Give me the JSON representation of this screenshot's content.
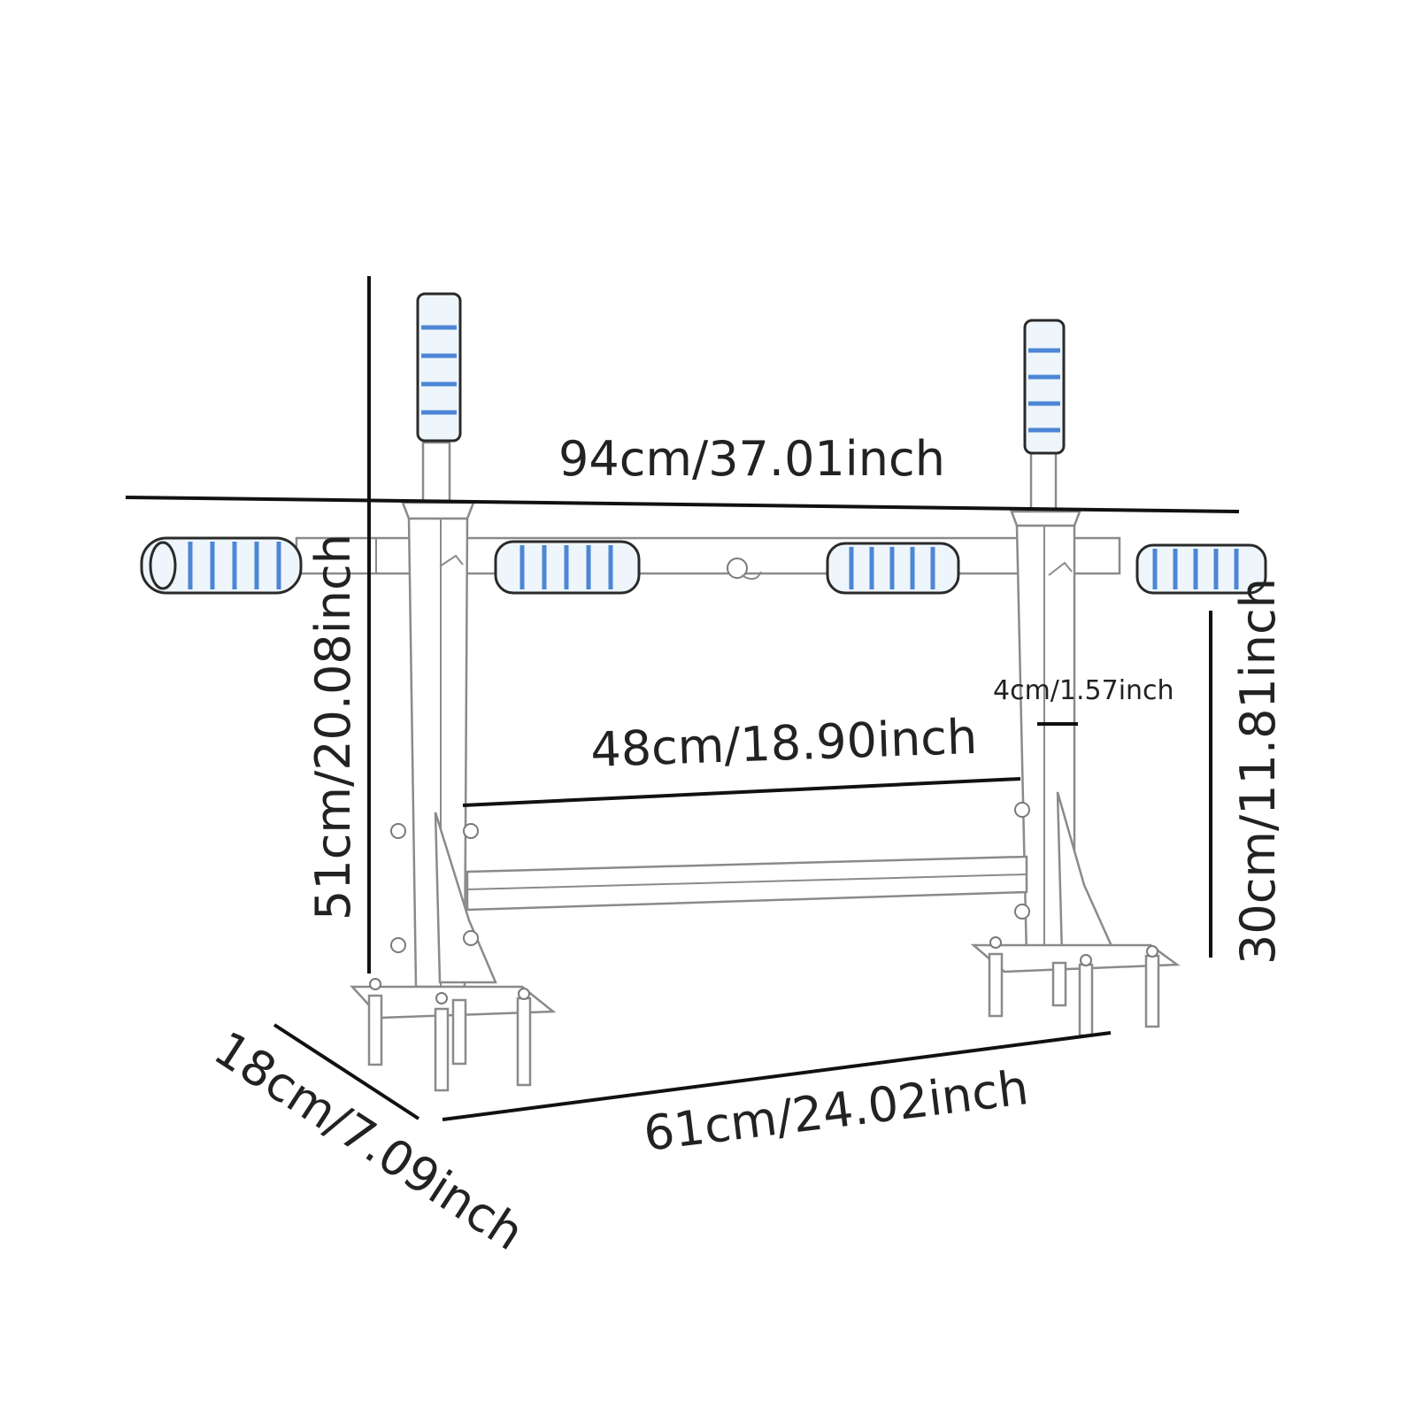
{
  "dimensions": {
    "overall_width": "94cm/37.01inch",
    "height": "51cm/20.08inch",
    "inner_width": "48cm/18.90inch",
    "tube_diameter": "4cm/1.57inch",
    "side_height": "30cm/11.81inch",
    "base_width": "61cm/24.02inch",
    "depth": "18cm/7.09inch"
  },
  "colors": {
    "grip_outline": "#2a2a2a",
    "grip_band": "#4d86d6",
    "grip_fill": "#eef6fb",
    "frame_outline": "#8a8a8a",
    "dimension_line": "#111111"
  },
  "icons": [
    "pull-up-bar-illustration"
  ]
}
